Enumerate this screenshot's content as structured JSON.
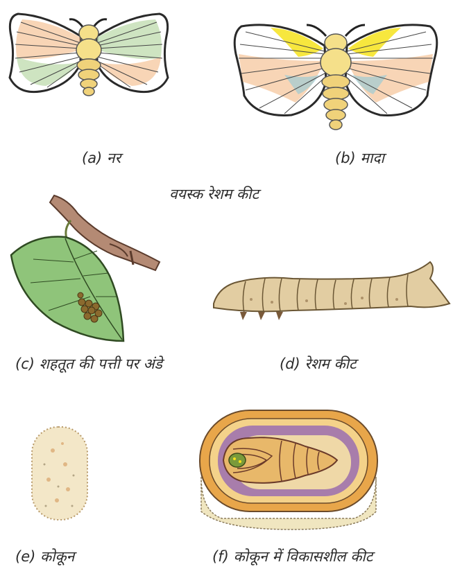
{
  "captions": {
    "male": "(a)  नर",
    "female": "(b)  मादा",
    "adult_title": "वयस्क रेशम कीट",
    "eggs": "(c) शहतूत की पत्ती पर अंडे",
    "silkworm": "(d)  रेशम कीट",
    "cocoon": "(e)  कोकून",
    "developing": "(f)  कोकून में विकासशील कीट"
  },
  "colors": {
    "moth_body": "#f5e08a",
    "wing_outline": "#2a2a2a",
    "wing_green": "#b9d9a6",
    "wing_orange": "#f2b27a",
    "wing_yellow": "#f6e31c",
    "wing_blue": "#8fc9d8",
    "leaf": "#8fc47a",
    "branch": "#b48a74",
    "eggs": "#8b6a2e",
    "larva": "#e2cda2",
    "cocoon": "#f3e7c8",
    "cocoon_outer": "#d98a4a",
    "cocoon_inner": "#9a6fb0"
  },
  "icons": [
    "male-moth-illustration",
    "female-moth-illustration",
    "mulberry-leaf-eggs-illustration",
    "silkworm-larva-illustration",
    "cocoon-illustration",
    "pupa-in-cocoon-illustration"
  ]
}
